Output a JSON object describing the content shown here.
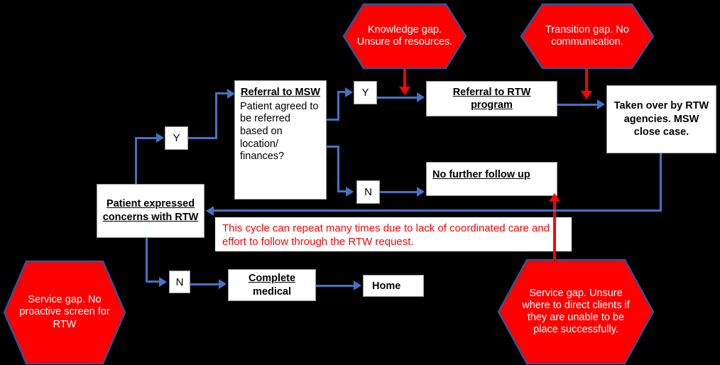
{
  "diagram": {
    "title": "RTW referral pathway flowchart",
    "colors": {
      "connector_blue": "#4472c4",
      "gap_red": "#ff0000",
      "hexagon_border": "#2f5597",
      "note_text": "#ff0000",
      "box_fill": "#ffffff",
      "canvas": "#000000"
    }
  },
  "nodes": {
    "patient_concerns": {
      "title": "Patient expressed concerns with RTW"
    },
    "referral_msw": {
      "title": "Referral to MSW",
      "body": "Patient agreed to be referred based on location/ finances?"
    },
    "referral_rtw": {
      "title": "Referral to RTW program"
    },
    "taken_over": {
      "title": "Taken over by RTW agencies. MSW close case."
    },
    "no_follow_up": {
      "title": "No further follow up"
    },
    "complete_medical": {
      "title_underlined": "Complete",
      "title_plain": "medical"
    },
    "home": {
      "title": "Home"
    }
  },
  "decisions": {
    "msw_yes": "Y",
    "msw_no": "N",
    "rtw_yes": "Y",
    "screen_no": "N"
  },
  "gaps": [
    {
      "id": "knowledge-gap",
      "text": "Knowledge gap. Unsure of resources."
    },
    {
      "id": "transition-gap",
      "text": "Transition gap. No communication."
    },
    {
      "id": "service-gap-screen",
      "text": "Service gap. No proactive screen for RTW"
    },
    {
      "id": "service-gap-direct",
      "text": "Service gap. Unsure where to direct clients if they are unable to be place successfully."
    }
  ],
  "note": {
    "text": "This cycle can repeat many times due to lack of coordinated care and effort to follow through the RTW request."
  }
}
